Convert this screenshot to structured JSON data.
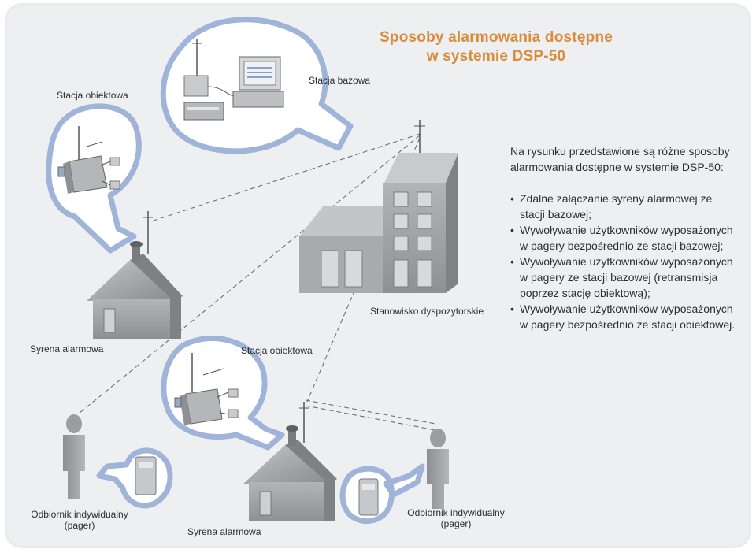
{
  "title": {
    "line1": "Sposoby alarmowania dostępne",
    "line2": "w systemie DSP-50"
  },
  "description": {
    "intro": "Na rysunku przedstawione są różne sposoby alarmowania dostępne w systemie DSP-50:",
    "items": [
      "Zdalne załączanie syreny alarmowej ze stacji bazowej;",
      "Wywoływanie użytkowników wyposażonych w pagery bezpośrednio ze stacji bazowej;",
      "Wywoływanie użytkowników wyposażonych w pagery ze stacji bazowej (retransmisja poprzez stację obiektową);",
      "Wywoływanie użytkowników wyposażonych w pagery bezpośrednio ze stacji obiektowej."
    ]
  },
  "labels": {
    "base_station": "Stacja bazowa",
    "object_station_top": "Stacja obiektowa",
    "object_station_bottom": "Stacja obiektowa",
    "siren_left": "Syrena alarmowa",
    "siren_bottom": "Syrena alarmowa",
    "dispatch": "Stanowisko dyspozytorskie",
    "pager_left_line1": "Odbiornik indywidualny",
    "pager_left_line2": "(pager)",
    "pager_right_line1": "Odbiornik indywidualny",
    "pager_right_line2": "(pager)"
  },
  "colors": {
    "accent_title": "#d98c3c",
    "bubble_outline": "#9fb4d8",
    "building_gray": "#a7a8ab"
  }
}
